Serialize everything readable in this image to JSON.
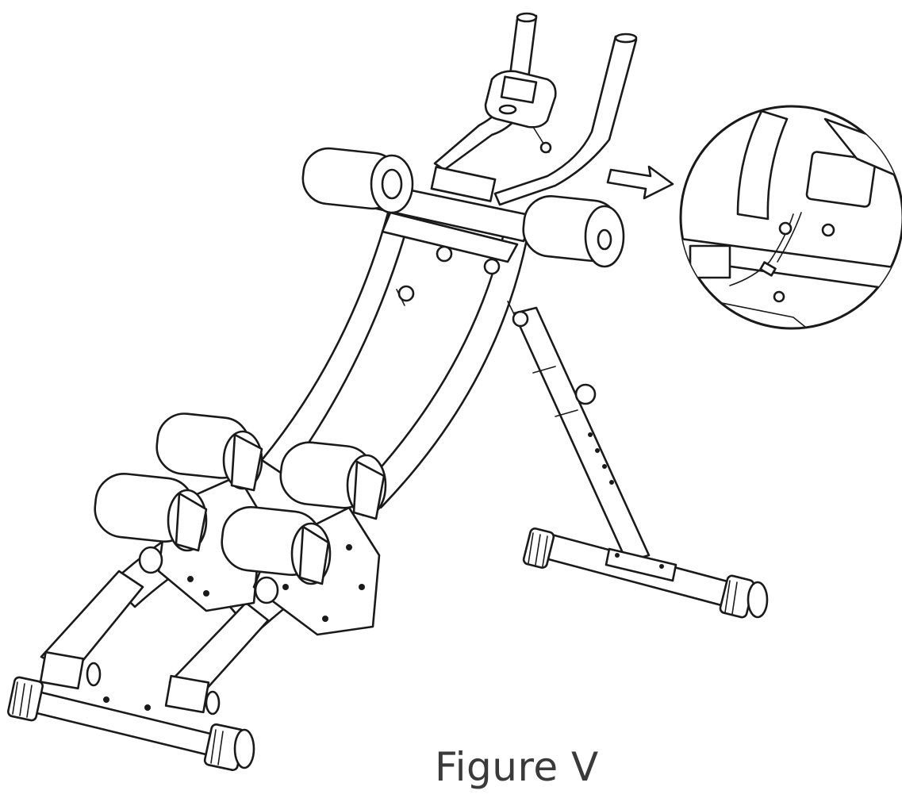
{
  "figure": {
    "caption": "Figure V",
    "subject": "ab-crunch-machine-assembly-illustration",
    "detail_callout": "console-cable-connection"
  }
}
